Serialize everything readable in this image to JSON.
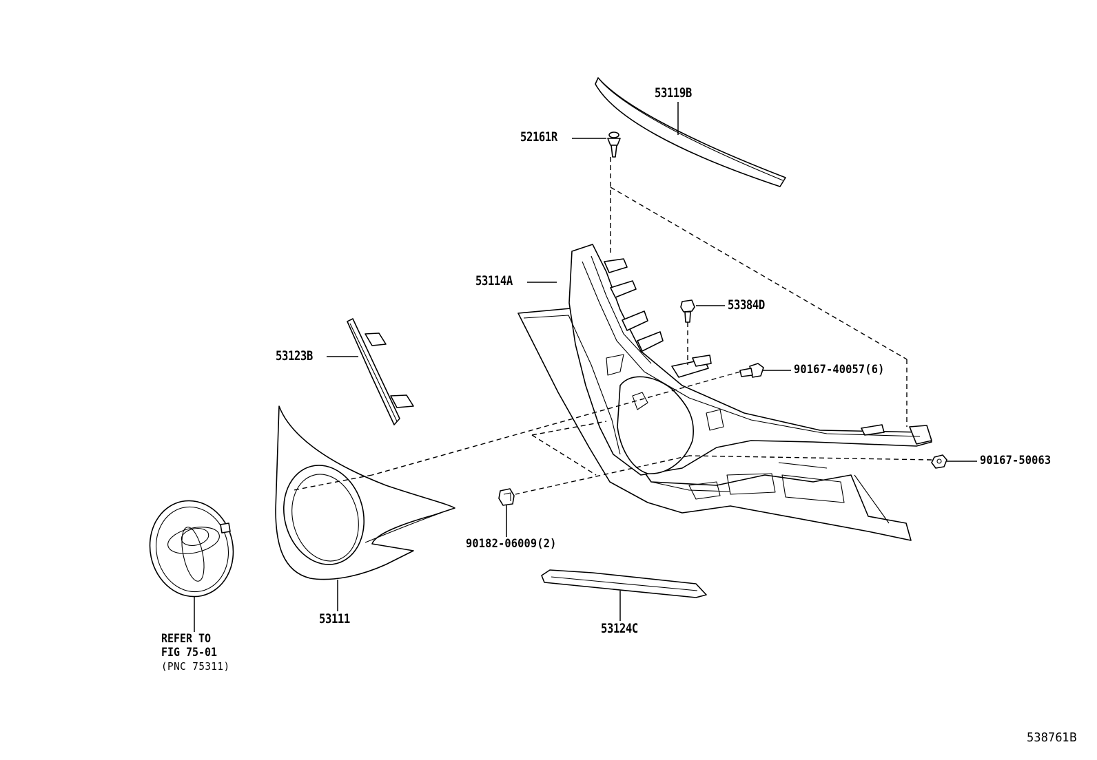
{
  "diagram": {
    "figure_id": "538761B",
    "parts": {
      "p53119B": "53119B",
      "p52161R": "52161R",
      "p53114A": "53114A",
      "p53384D": "53384D",
      "p90167_40057": "90167-40057(6)",
      "p53123B": "53123B",
      "p90167_50063": "90167-50063",
      "p90182_06009": "90182-06009(2)",
      "p53111": "53111",
      "p53124C": "53124C"
    },
    "reference_note": {
      "line1": "REFER TO",
      "line2": "FIG 75-01",
      "line3": "(PNC 75311)"
    }
  }
}
